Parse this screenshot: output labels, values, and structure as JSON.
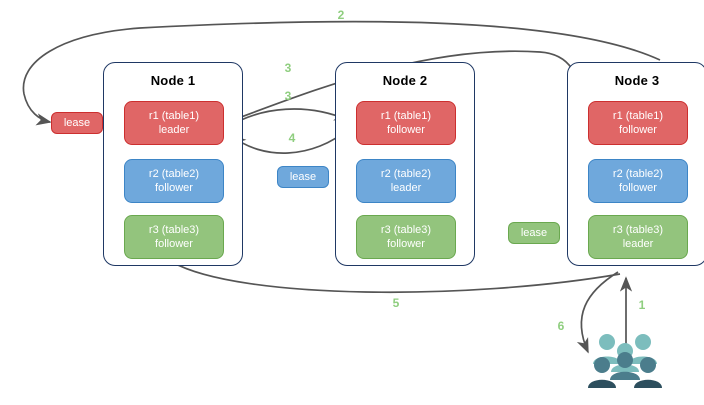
{
  "diagram": {
    "title": "",
    "nodes": [
      {
        "name": "node-1",
        "label": "Node 1",
        "replicas": [
          {
            "id": "r1",
            "line1": "r1 (table1)",
            "line2": "leader",
            "color": "#e06666",
            "border": "#cc2f2f"
          },
          {
            "id": "r2",
            "line1": "r2 (table2)",
            "line2": "follower",
            "color": "#6fa8dc",
            "border": "#3d85c6"
          },
          {
            "id": "r3",
            "line1": "r3 (table3)",
            "line2": "follower",
            "color": "#93c47d",
            "border": "#6aa84f"
          }
        ]
      },
      {
        "name": "node-2",
        "label": "Node 2",
        "replicas": [
          {
            "id": "r1",
            "line1": "r1 (table1)",
            "line2": "follower",
            "color": "#e06666",
            "border": "#cc2f2f"
          },
          {
            "id": "r2",
            "line1": "r2 (table2)",
            "line2": "leader",
            "color": "#6fa8dc",
            "border": "#3d85c6"
          },
          {
            "id": "r3",
            "line1": "r3 (table3)",
            "line2": "follower",
            "color": "#93c47d",
            "border": "#6aa84f"
          }
        ]
      },
      {
        "name": "node-3",
        "label": "Node 3",
        "replicas": [
          {
            "id": "r1",
            "line1": "r1 (table1)",
            "line2": "follower",
            "color": "#e06666",
            "border": "#cc2f2f"
          },
          {
            "id": "r2",
            "line1": "r2 (table2)",
            "line2": "follower",
            "color": "#6fa8dc",
            "border": "#3d85c6"
          },
          {
            "id": "r3",
            "line1": "r3 (table3)",
            "line2": "leader",
            "color": "#93c47d",
            "border": "#6aa84f"
          }
        ]
      }
    ],
    "leases": [
      {
        "name": "lease-table1",
        "label": "lease",
        "color": "#e06666",
        "border": "#cc2f2f"
      },
      {
        "name": "lease-table2",
        "label": "lease",
        "color": "#6fa8dc",
        "border": "#3d85c6"
      },
      {
        "name": "lease-table3",
        "label": "lease",
        "color": "#93c47d",
        "border": "#6aa84f"
      }
    ],
    "steps": [
      {
        "id": "1",
        "label": "1"
      },
      {
        "id": "2",
        "label": "2"
      },
      {
        "id": "3a",
        "label": "3"
      },
      {
        "id": "3b",
        "label": "3"
      },
      {
        "id": "4",
        "label": "4"
      },
      {
        "id": "5",
        "label": "5"
      },
      {
        "id": "6",
        "label": "6"
      }
    ],
    "actors": {
      "users": {
        "name": "users-group",
        "people_count": 6
      }
    },
    "colors": {
      "step_label": "#8fce7f",
      "arrow": "#555555",
      "node_border": "#1f3864",
      "people_light": "#7cbdbd",
      "people_dark": "#3f6f7d",
      "people_darker": "#2d4f5e"
    }
  }
}
